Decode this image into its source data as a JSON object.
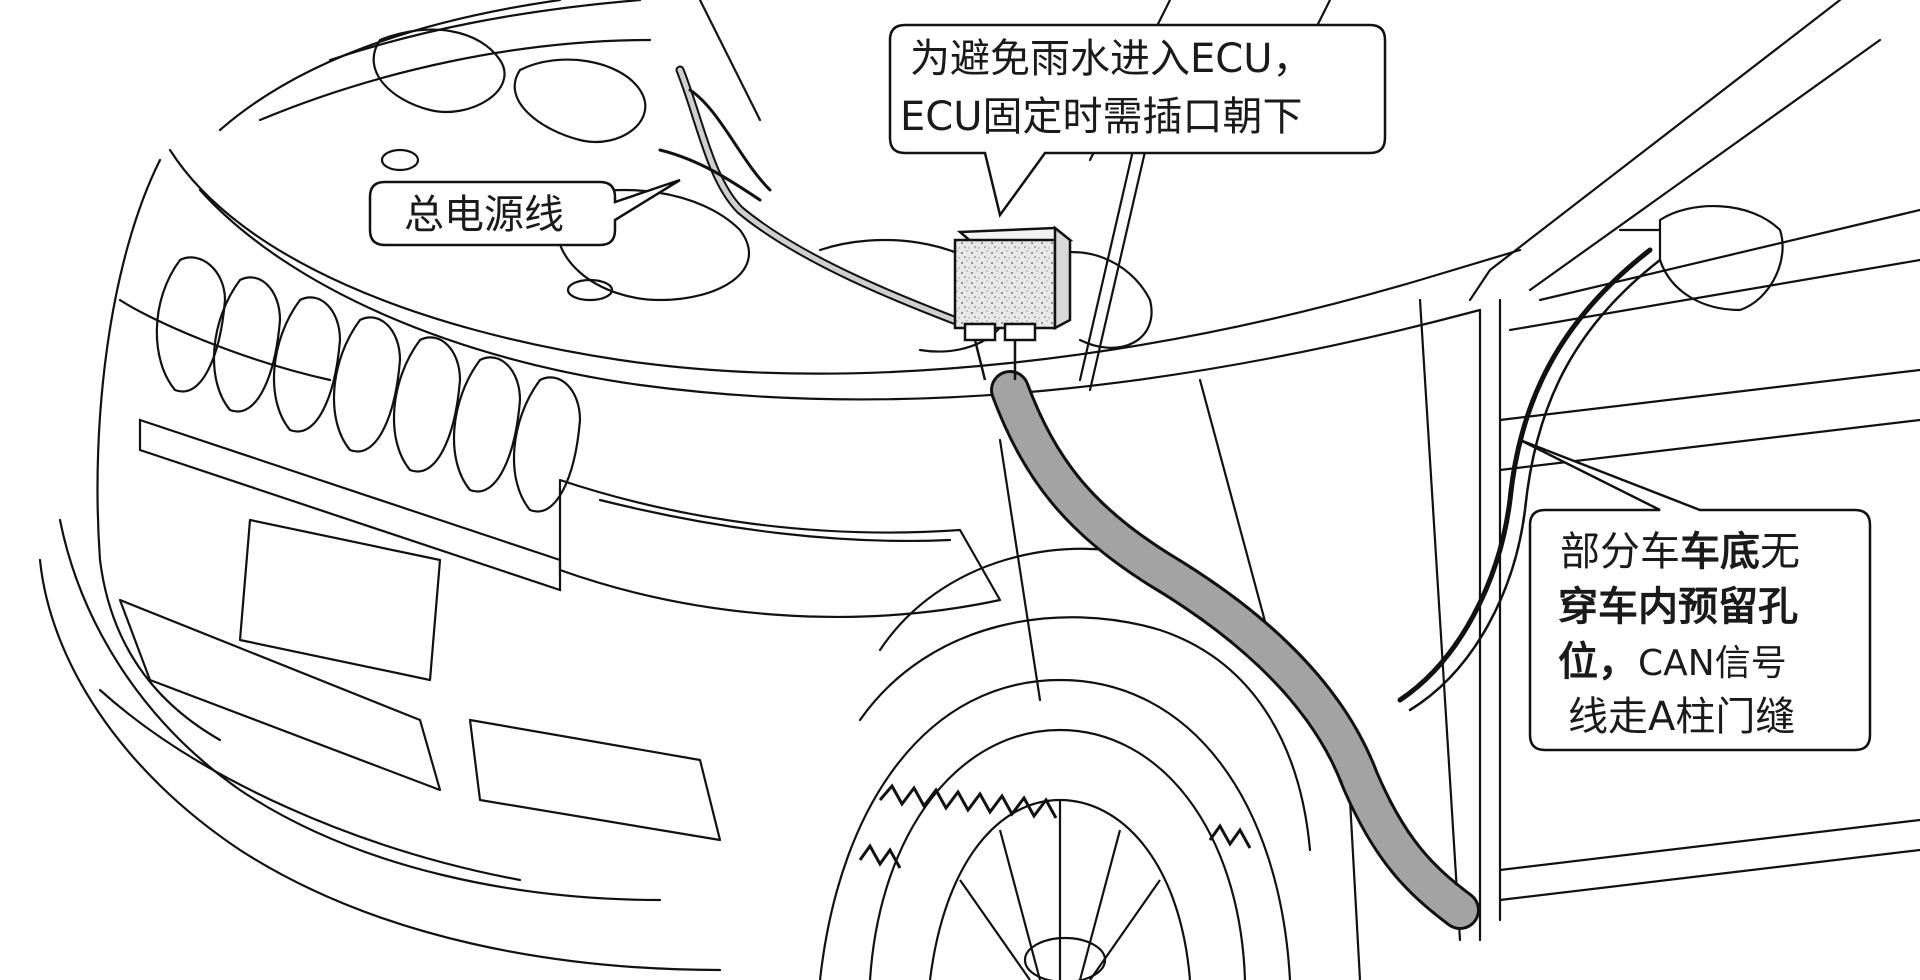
{
  "callouts": {
    "ecu_note": {
      "line1": "为避免雨水进入ECU，",
      "line2": "ECU固定时需插口朝下"
    },
    "power_line": {
      "text": "总电源线"
    },
    "can_note": {
      "l1_normal": "部分车",
      "l1_bold": "车底",
      "l1_tail": "无",
      "l2_bold": "穿车内预留孔",
      "l3_bold": "位，",
      "l3_normal": "CAN信号",
      "l4": "线走A柱门缝"
    }
  },
  "colors": {
    "line": "#111111",
    "harness_sleeve": "#9a9a9a",
    "ecu_fill": "#e6e6e6",
    "callout_fill": "#ffffff"
  }
}
